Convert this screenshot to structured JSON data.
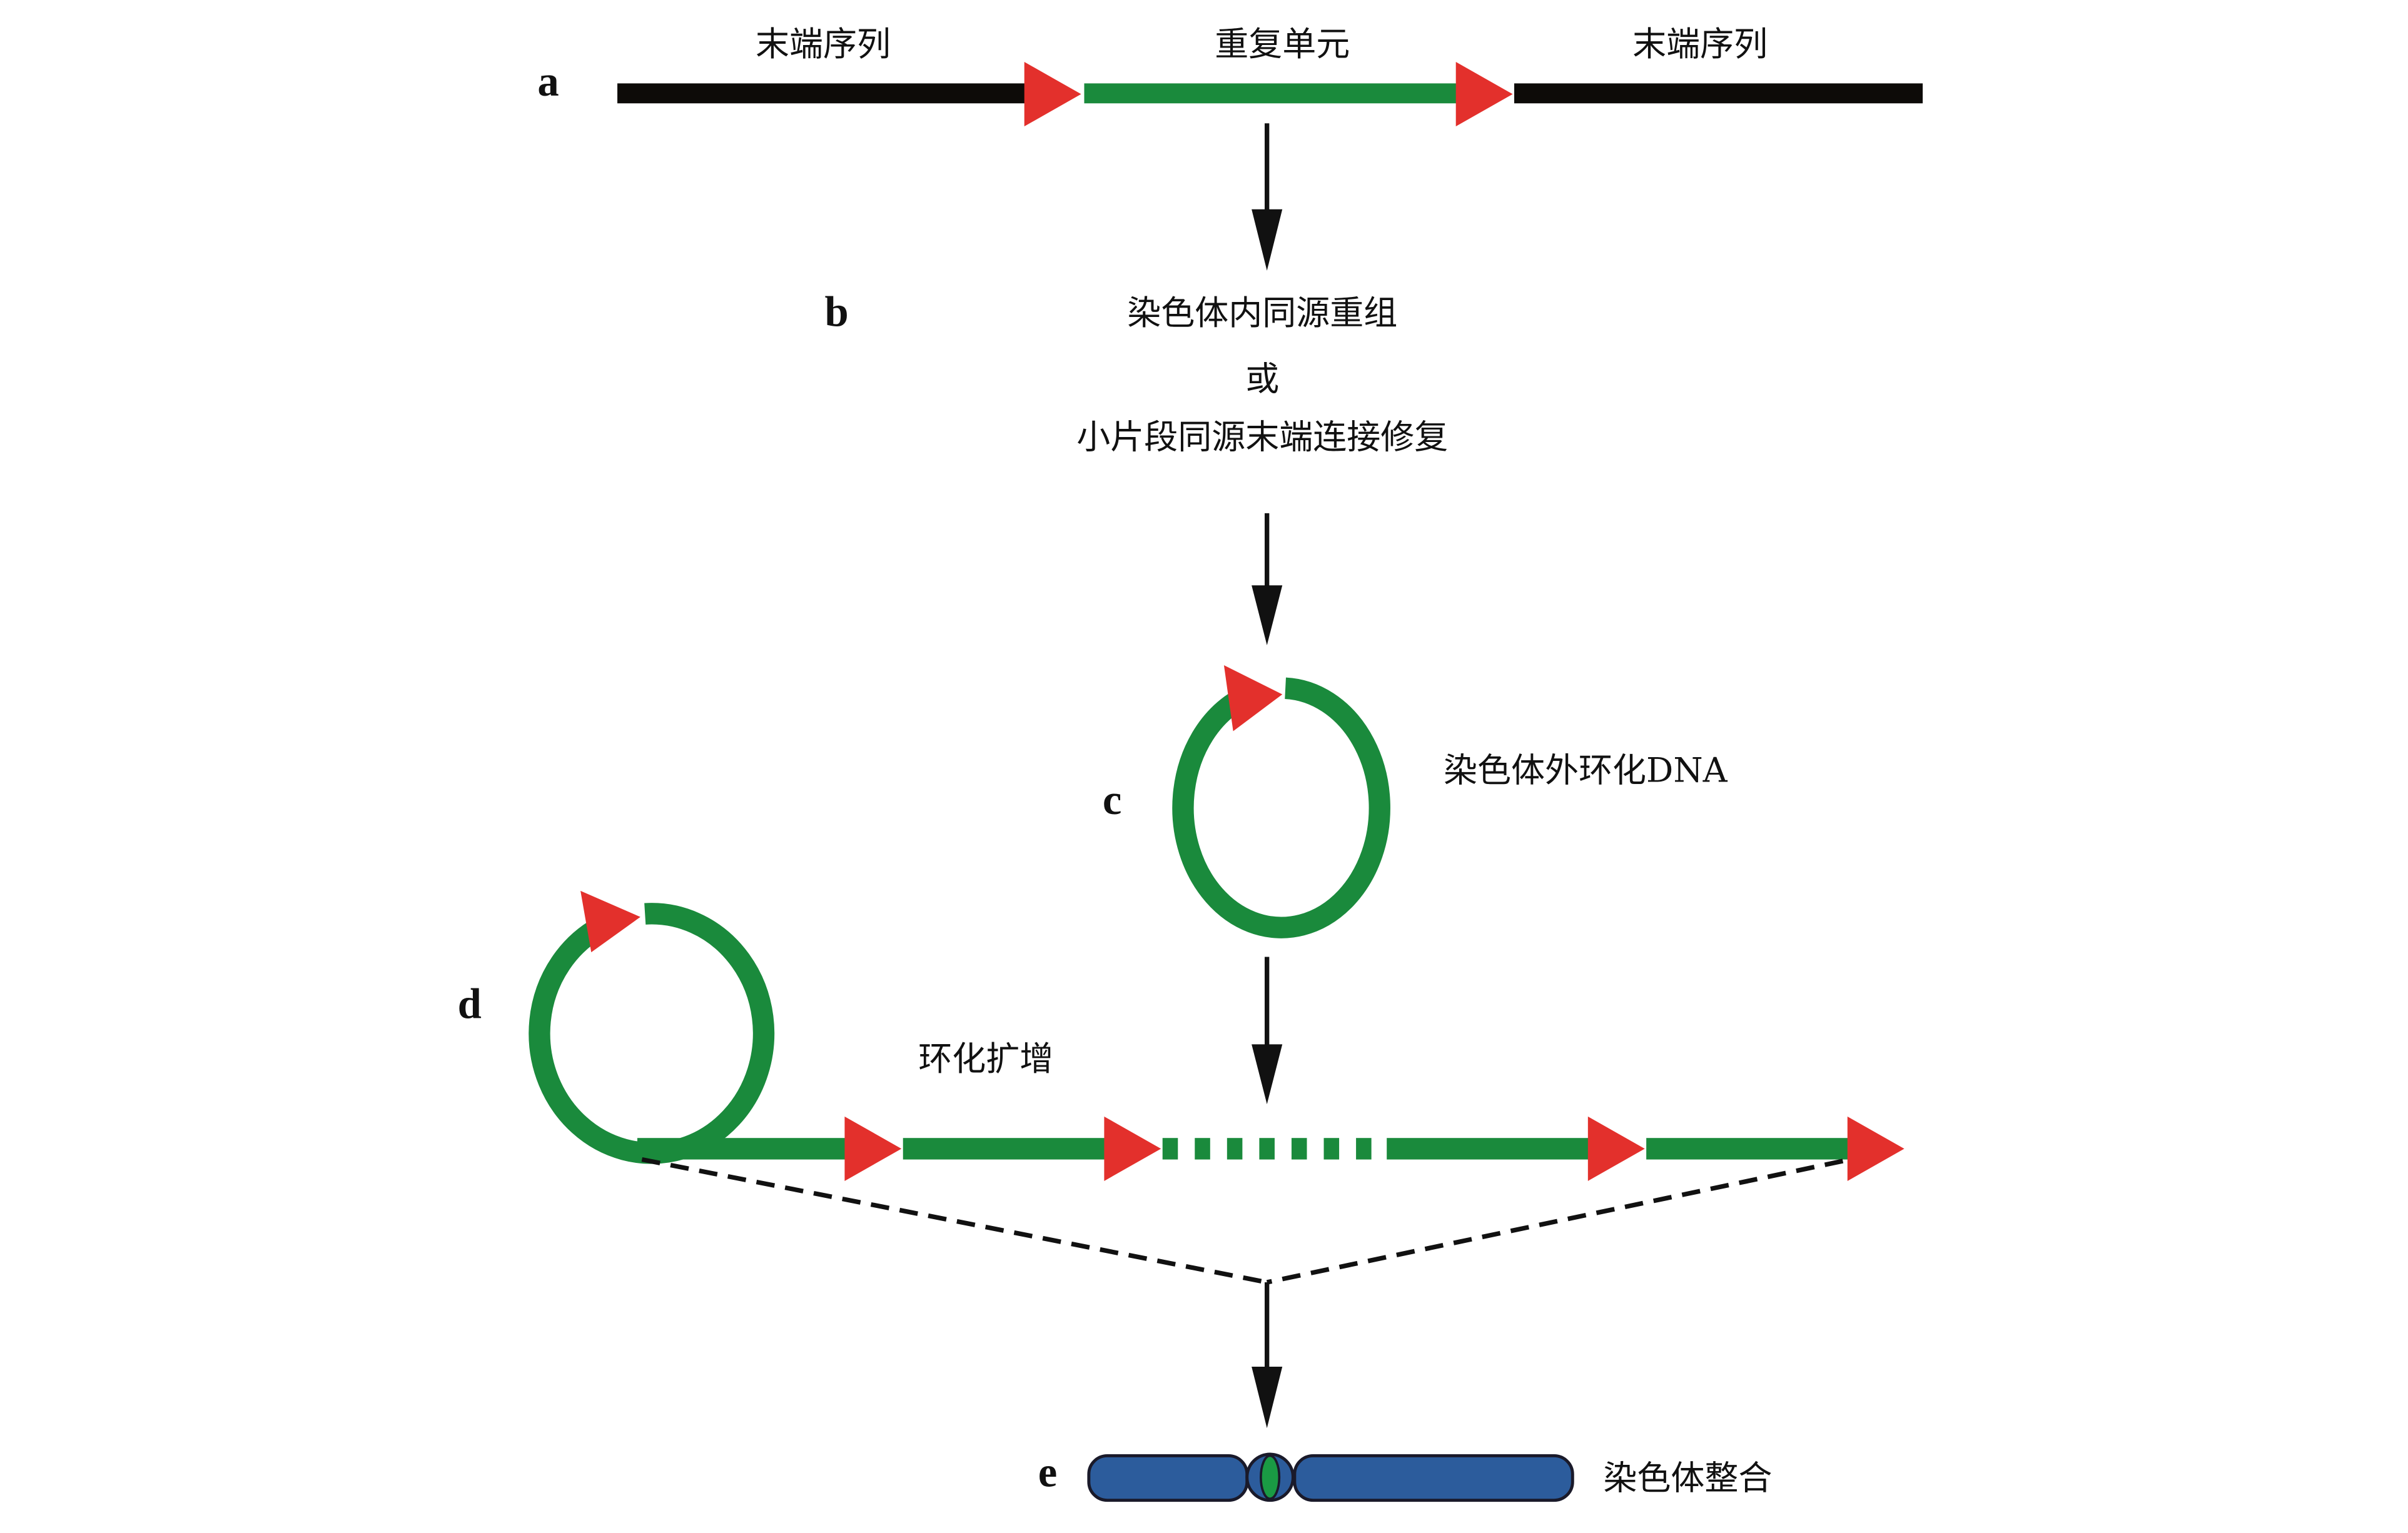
{
  "colors": {
    "flank": "#0d0b08",
    "repeat": "#1a8a3c",
    "marker": "#e3302c",
    "chromosome": "#2c5c9c",
    "centromere": "#1a9a44",
    "arrow": "#111111"
  },
  "panels": {
    "a": {
      "letter": "a",
      "left_label": "末端序列",
      "middle_label": "重复单元",
      "right_label": "末端序列"
    },
    "b": {
      "letter": "b",
      "line1": "染色体内同源重组",
      "line2": "或",
      "line3": "小片段同源末端连接修复"
    },
    "c": {
      "letter": "c",
      "label": "染色体外环化DNA"
    },
    "d": {
      "letter": "d",
      "label": "环化扩增"
    },
    "e": {
      "letter": "e",
      "label": "染色体整合"
    }
  }
}
